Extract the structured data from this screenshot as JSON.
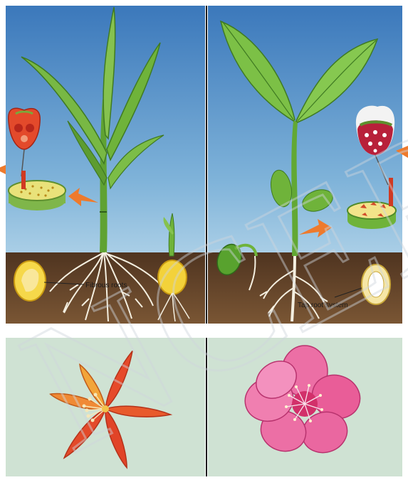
{
  "watermark": "NCERT",
  "panels": {
    "monocot": {
      "root_label": "Fibrous roots",
      "seed_label": "",
      "stem_section_label": "",
      "flower_label": ""
    },
    "dicot": {
      "root_label": "Tap root system",
      "seed_label": "",
      "stem_section_label": "",
      "flower_label": ""
    }
  },
  "colors": {
    "sky_top": "#3f7fc0",
    "sky_bottom": "#cfe6f2",
    "soil": "#6b4a2b",
    "leaf": "#6fb33a",
    "leaf_dark": "#3f7a22",
    "root": "#f4efe0",
    "lily": "#e4472a",
    "lily_light": "#f2a53a",
    "blossom": "#ea6fa3",
    "blossom_light": "#f8c3d9",
    "flower_bg": "#cfe2d3",
    "arrow": "#ee7a2c"
  },
  "icons": [
    "orange-arrow-icon",
    "stem-cross-section-icon",
    "vascular-bundle-icon",
    "seed-icon"
  ]
}
